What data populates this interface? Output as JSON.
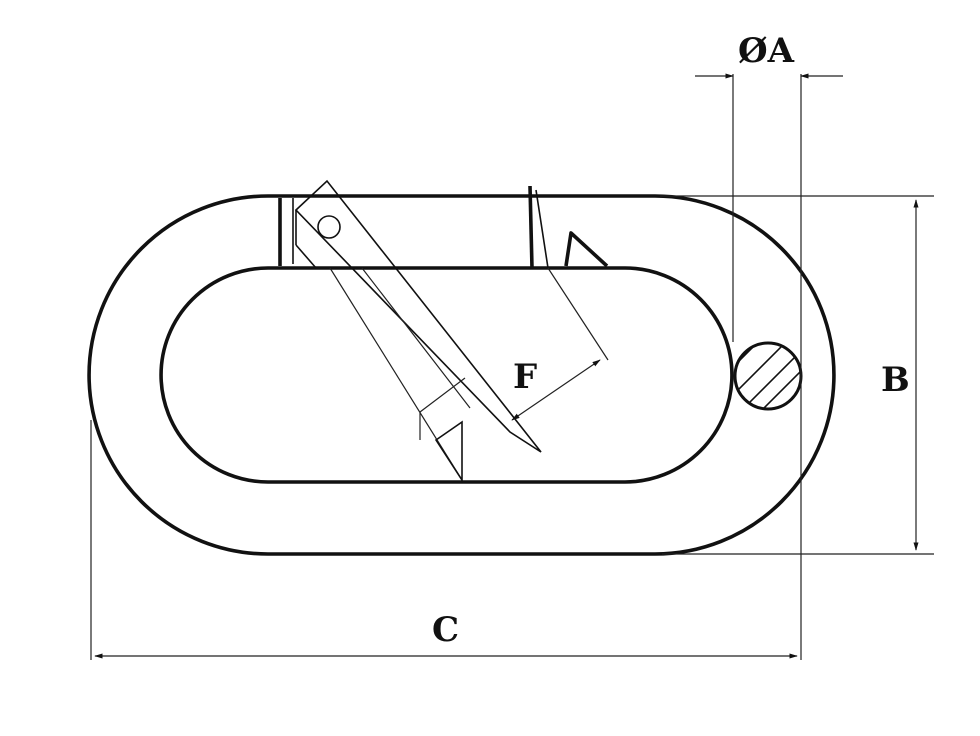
{
  "diagram": {
    "labels": {
      "diameter": "ØA",
      "width": "B",
      "length": "C",
      "gate_opening": "F"
    },
    "colors": {
      "line": "#111111",
      "background": "#ffffff"
    }
  }
}
